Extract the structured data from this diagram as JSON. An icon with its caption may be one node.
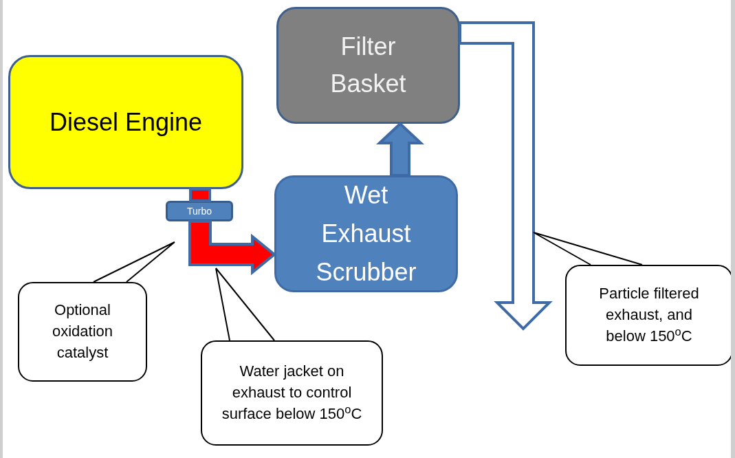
{
  "diagram": {
    "nodes": [
      {
        "text": [
          "Diesel Engine"
        ]
      },
      {
        "text": [
          "Turbo"
        ]
      },
      {
        "text": [
          "Filter Basket"
        ]
      },
      {
        "text": [
          "Wet Exhaust Scrubber"
        ]
      },
      {
        "text": [
          "Optional oxidation catalyst"
        ]
      },
      {
        "text": [
          "Water jacket on exhaust to control surface below 150$^{o}$C"
        ]
      },
      {
        "text": [
          "Particle filtered exhaust, and below 150$^{o}$C"
        ]
      }
    ],
    "edges": [
      {
        "from": 0,
        "to": 1,
        "arrow": "none",
        "style": "thick",
        "color": "#ff0000"
      },
      {
        "from": 1,
        "to": 3,
        "arrow": "to",
        "style": "thick",
        "color": "#ff0000"
      },
      {
        "from": 3,
        "to": 2,
        "arrow": "to",
        "style": "thick",
        "color": "#4f81bd"
      },
      {
        "from": 2,
        "to": null,
        "arrow": "to",
        "style": "thick",
        "color": "#ffffff"
      },
      {
        "from": 4,
        "to": null,
        "arrow": "none"
      },
      {
        "from": 5,
        "to": null,
        "arrow": "none"
      },
      {
        "from": 6,
        "to": null,
        "arrow": "none"
      }
    ]
  }
}
